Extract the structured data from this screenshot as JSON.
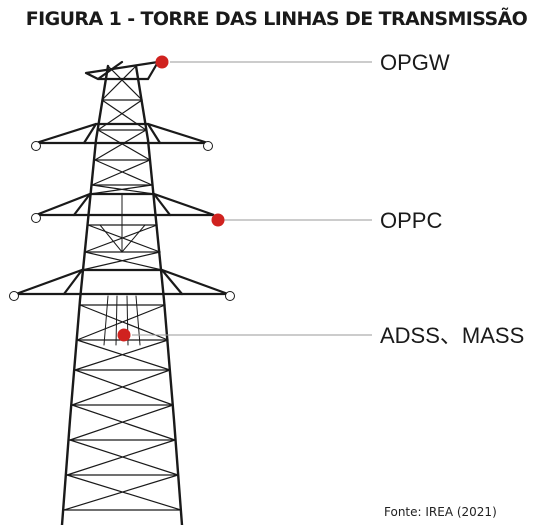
{
  "figure": {
    "title": "FIGURA 1 - TORRE DAS LINHAS DE TRANSMISSÃO",
    "source": "Fonte: IREA (2021)"
  },
  "labels": {
    "opgw": "OPGW",
    "oppc": "OPPC",
    "adss": "ADSS、MASS"
  },
  "colors": {
    "cable_marker": "#d0221f",
    "insulator": "#ffffff",
    "tower": "#1a1a1a",
    "leader_line": "#999999"
  }
}
